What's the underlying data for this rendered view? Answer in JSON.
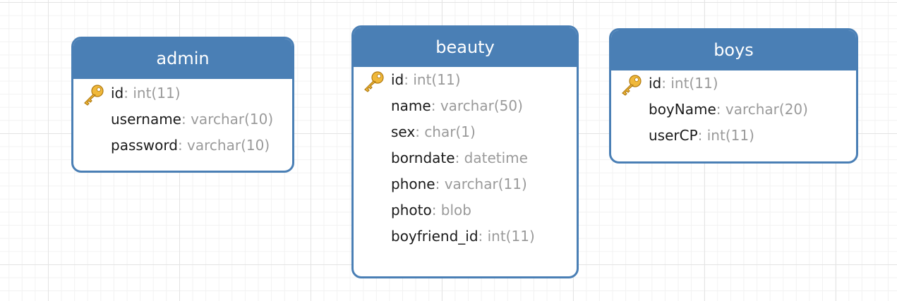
{
  "tables": [
    {
      "name": "admin",
      "fields": [
        {
          "name": "id",
          "type": ": int(11)",
          "primary_key": true
        },
        {
          "name": "username",
          "type": ": varchar(10)",
          "primary_key": false
        },
        {
          "name": "password",
          "type": ": varchar(10)",
          "primary_key": false
        }
      ]
    },
    {
      "name": "beauty",
      "fields": [
        {
          "name": "id",
          "type": ": int(11)",
          "primary_key": true
        },
        {
          "name": "name",
          "type": ": varchar(50)",
          "primary_key": false
        },
        {
          "name": "sex",
          "type": ": char(1)",
          "primary_key": false
        },
        {
          "name": "borndate",
          "type": ": datetime",
          "primary_key": false
        },
        {
          "name": "phone",
          "type": ": varchar(11)",
          "primary_key": false
        },
        {
          "name": "photo",
          "type": ": blob",
          "primary_key": false
        },
        {
          "name": "boyfriend_id",
          "type": ": int(11)",
          "primary_key": false
        }
      ]
    },
    {
      "name": "boys",
      "fields": [
        {
          "name": "id",
          "type": ": int(11)",
          "primary_key": true
        },
        {
          "name": "boyName",
          "type": ": varchar(20)",
          "primary_key": false
        },
        {
          "name": "userCP",
          "type": ": int(11)",
          "primary_key": false
        }
      ]
    }
  ],
  "colors": {
    "header": "#4a7fb5",
    "field_name": "#1a1a1a",
    "field_type": "#9a9a9a",
    "key_icon": "#f0b83a"
  },
  "icons": {
    "primary_key": "key-icon"
  }
}
